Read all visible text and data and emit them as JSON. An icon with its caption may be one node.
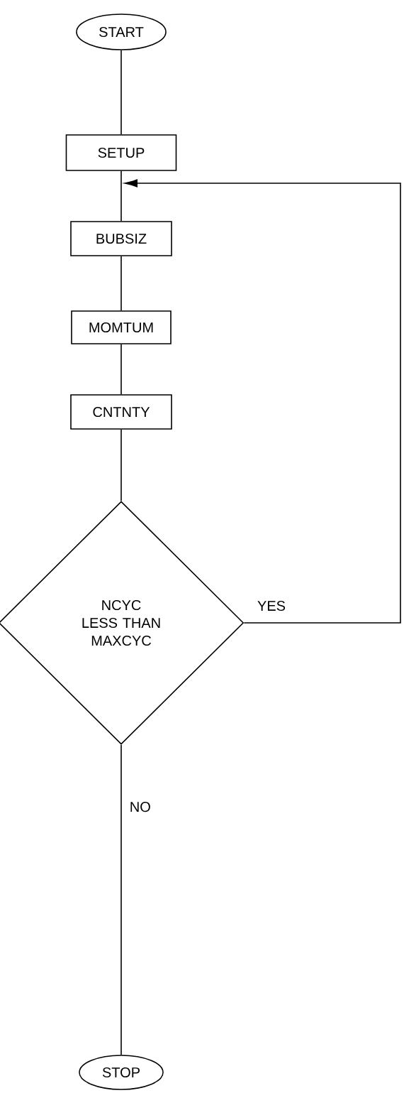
{
  "diagram": {
    "nodes": [
      {
        "text": [
          "START"
        ]
      },
      {
        "text": [
          "SETUP"
        ]
      },
      {
        "text": [
          "BUBSIZ"
        ]
      },
      {
        "text": [
          "MOMTUM"
        ]
      },
      {
        "text": [
          "CNTNTY"
        ]
      },
      {
        "text": [
          "NCYC LESS THAN MAXCYC"
        ]
      },
      {
        "text": [
          "STOP"
        ]
      }
    ],
    "edges": [
      {
        "from": 0,
        "to": 1,
        "arrow": "none"
      },
      {
        "from": 1,
        "to": 2,
        "arrow": "none"
      },
      {
        "from": 2,
        "to": 3,
        "arrow": "none"
      },
      {
        "from": 3,
        "to": 4,
        "arrow": "none"
      },
      {
        "from": 4,
        "to": 5,
        "arrow": "none"
      },
      {
        "from": 5,
        "to": 1,
        "arrow": "to",
        "label": "YES"
      },
      {
        "from": 5,
        "to": 6,
        "arrow": "none",
        "label": "NO"
      }
    ]
  }
}
